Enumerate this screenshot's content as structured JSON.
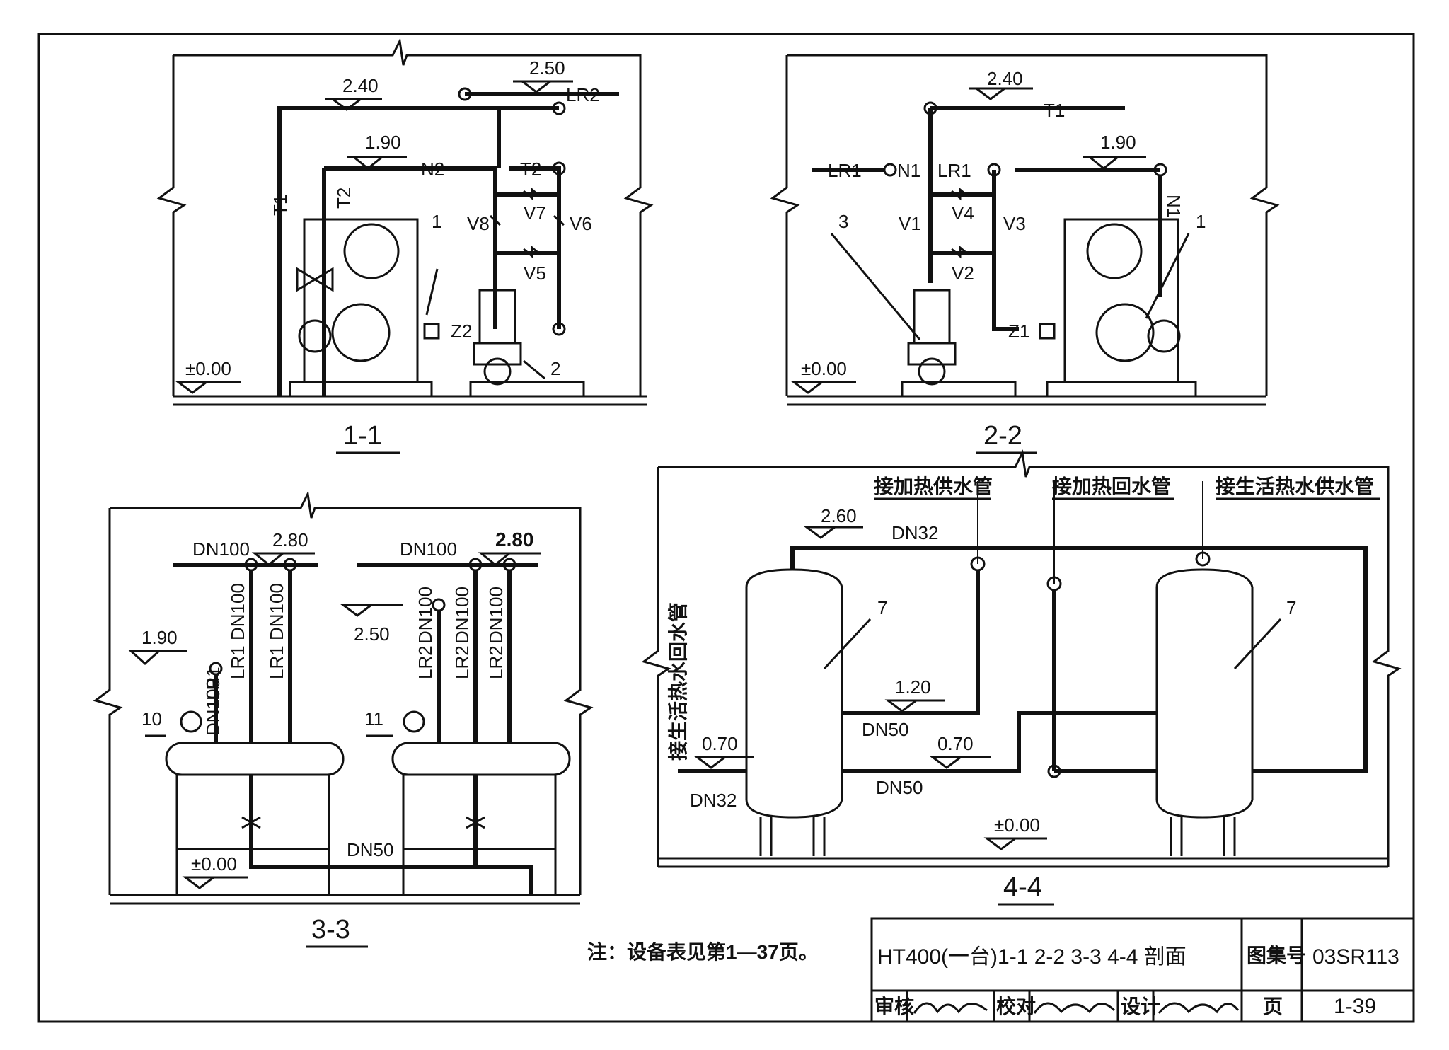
{
  "sections": {
    "s11": {
      "title": "1-1",
      "levels": [
        "2.40",
        "2.50",
        "1.90",
        "±0.00"
      ],
      "pipes": [
        "LR2",
        "N2",
        "T2",
        "T1",
        "T2",
        "Z2"
      ],
      "valves": [
        "V7",
        "V8",
        "V6",
        "V5"
      ],
      "items": [
        "1",
        "2"
      ]
    },
    "s22": {
      "title": "2-2",
      "levels": [
        "2.40",
        "1.90",
        "±0.00"
      ],
      "pipes": [
        "T1",
        "LR1",
        "N1",
        "LR1",
        "N1",
        "Z1"
      ],
      "valves": [
        "V4",
        "V1",
        "V3",
        "V2"
      ],
      "items": [
        "3",
        "1"
      ]
    },
    "s33": {
      "title": "3-3",
      "levels": [
        "2.80",
        "2.80",
        "2.50",
        "1.90",
        "±0.00"
      ],
      "dn": [
        "DN100",
        "DN100",
        "DN100",
        "DN100",
        "DN100",
        "DN100",
        "DN100",
        "DN100",
        "DN50"
      ],
      "pipes": [
        "LR1",
        "LR1",
        "LR1",
        "LR2",
        "LR2",
        "LR2"
      ],
      "items": [
        "10",
        "11"
      ]
    },
    "s44": {
      "title": "4-4",
      "levels": [
        "2.60",
        "1.20",
        "0.70",
        "0.70",
        "±0.00"
      ],
      "dn": [
        "DN32",
        "DN50",
        "DN50",
        "DN32"
      ],
      "notes": [
        "接加热供水管",
        "接加热回水管",
        "接生活热水供水管",
        "接生活热水回水管"
      ],
      "items": [
        "7",
        "7"
      ]
    }
  },
  "note": "注：设备表见第1—37页。",
  "title_block": {
    "drawing_title": "HT400(一台)1-1 2-2 3-3 4-4 剖面",
    "atlas_label": "图集号",
    "atlas_no": "03SR113",
    "review_label": "审核",
    "check_label": "校对",
    "design_label": "设计",
    "page_label": "页",
    "page_no": "1-39"
  }
}
